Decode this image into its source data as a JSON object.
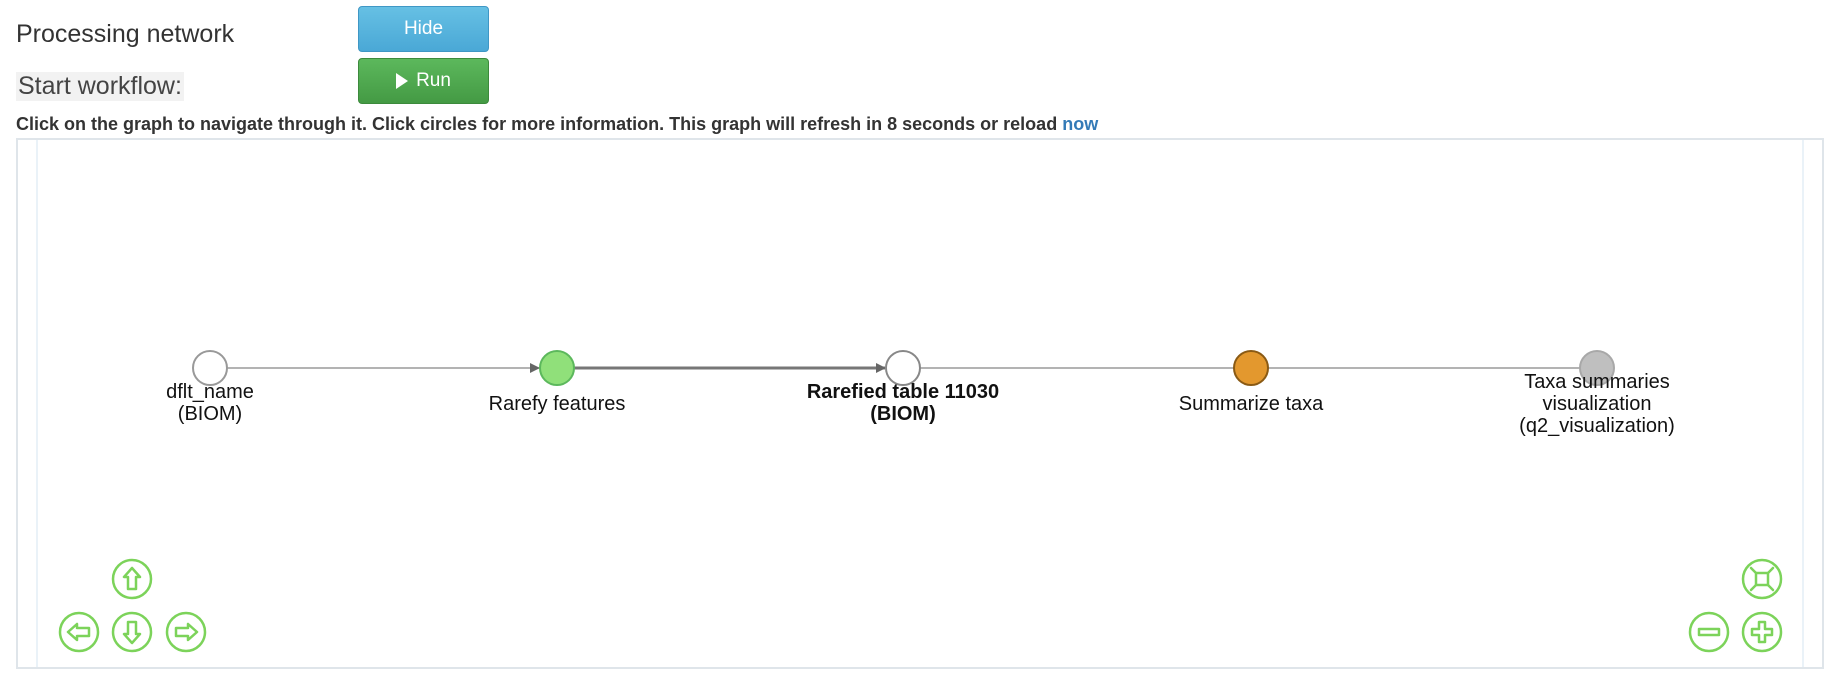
{
  "controls": {
    "processing_label": "Processing network",
    "hide_label": "Hide",
    "start_label": "Start workflow:",
    "run_label": "Run"
  },
  "info": {
    "text": "Click on the graph to navigate through it. Click circles for more information. This graph will refresh in 8 seconds or reload ",
    "link": "now"
  },
  "graph": {
    "nodes": [
      {
        "id": "dflt",
        "lines": [
          "dflt_name",
          "(BIOM)"
        ],
        "bold": false,
        "fill": "#ffffff",
        "stroke": "#999999"
      },
      {
        "id": "rarefy",
        "lines": [
          "Rarefy features"
        ],
        "bold": false,
        "fill": "#90e07a",
        "stroke": "#5cb85c"
      },
      {
        "id": "rarefied",
        "lines": [
          "Rarefied table 11030",
          "(BIOM)"
        ],
        "bold": true,
        "fill": "#ffffff",
        "stroke": "#888888"
      },
      {
        "id": "summarize",
        "lines": [
          "Summarize taxa"
        ],
        "bold": false,
        "fill": "#e3982e",
        "stroke": "#8a5a14"
      },
      {
        "id": "taxa_viz",
        "lines": [
          "Taxa summaries",
          "visualization",
          "(q2_visualization)"
        ],
        "bold": false,
        "fill": "#bfbfbf",
        "stroke": "#a8a8a8"
      }
    ],
    "edges": [
      {
        "from": "dflt",
        "to": "rarefy",
        "arrow": true,
        "heavy": false
      },
      {
        "from": "rarefy",
        "to": "rarefied",
        "arrow": true,
        "heavy": true
      },
      {
        "from": "rarefied",
        "to": "summarize",
        "arrow": false,
        "heavy": false
      },
      {
        "from": "summarize",
        "to": "taxa_viz",
        "arrow": false,
        "heavy": false
      }
    ],
    "nav_icons": [
      "pan-up-icon",
      "pan-left-icon",
      "pan-down-icon",
      "pan-right-icon",
      "zoom-fit-icon",
      "zoom-out-icon",
      "zoom-in-icon"
    ],
    "nav_color": "#7cd35a"
  }
}
